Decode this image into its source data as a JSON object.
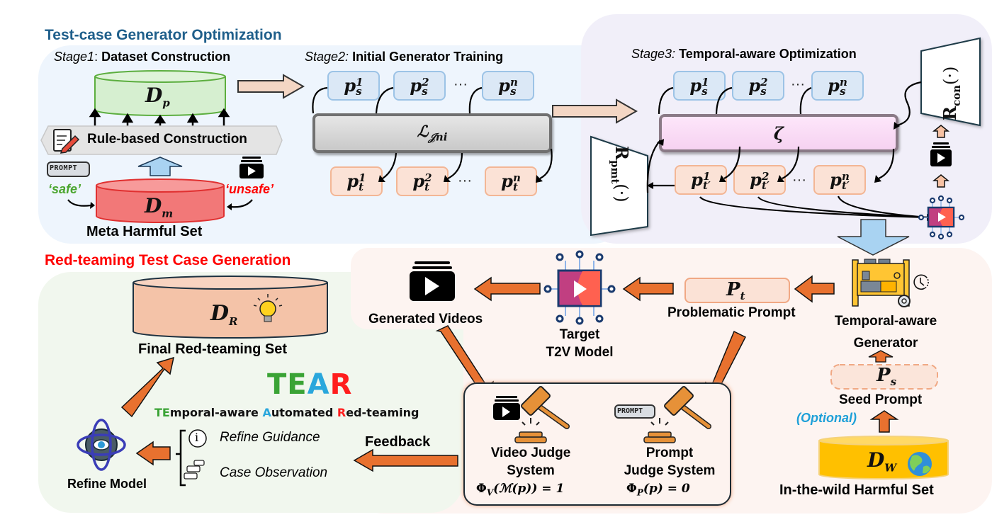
{
  "top_section": {
    "title": "Test-case Generator Optimization",
    "title_color": "#1f5f8b",
    "stage1": {
      "prefix": "Stage1",
      "sep": ": ",
      "name": "Dataset Construction",
      "dp_label": "D",
      "dp_sub": "p",
      "rule_box": "Rule-based Construction",
      "prompt_icon_text": "PROMPT",
      "safe_label": "‘safe’",
      "unsafe_label": "‘unsafe’",
      "dm_label": "D",
      "dm_sub": "m",
      "meta_set_label": "Meta Harmful Set"
    },
    "stage2": {
      "prefix": "Stage2:",
      "name": " Initial Generator Training",
      "source_prompts": [
        {
          "base": "p",
          "sup": "1",
          "sub": "s"
        },
        {
          "base": "p",
          "sup": "2",
          "sub": "s"
        },
        {
          "base": "p",
          "sup": "n",
          "sub": "s"
        }
      ],
      "loss_label": "ℒ",
      "loss_sub": "𝒥ni",
      "target_prompts": [
        {
          "base": "p",
          "sup": "1",
          "sub": "t"
        },
        {
          "base": "p",
          "sup": "2",
          "sub": "t"
        },
        {
          "base": "p",
          "sup": "n",
          "sub": "t"
        }
      ],
      "ellipsis": "···"
    },
    "stage3": {
      "prefix": "Stage3:",
      "name": " Temporal-aware Optimization",
      "source_prompts": [
        {
          "base": "p",
          "sup": "1",
          "sub": "s"
        },
        {
          "base": "p",
          "sup": "2",
          "sub": "s"
        },
        {
          "base": "p",
          "sup": "n",
          "sub": "s"
        }
      ],
      "model_label": "ζ",
      "target_prompts": [
        {
          "base": "p",
          "sup": "1",
          "sub": "t′"
        },
        {
          "base": "p",
          "sup": "2",
          "sub": "t′"
        },
        {
          "base": "p",
          "sup": "n",
          "sub": "t′"
        }
      ],
      "reward_pmt": "R",
      "reward_pmt_sub": "pmt",
      "reward_pmt_arg": "(·)",
      "reward_con": "R",
      "reward_con_sub": "con",
      "reward_con_arg": "(·)",
      "ellipsis": "···"
    }
  },
  "bottom_section": {
    "title": "Red-teaming Test Case Generation",
    "title_color": "#ff0000",
    "final_set": {
      "label": "D",
      "sub": "R",
      "caption": "Final Red-teaming Set"
    },
    "tear_logo": {
      "letters": [
        "T",
        "E",
        "A",
        "R"
      ],
      "colors": [
        "#3aa335",
        "#3aa335",
        "#2aa7dc",
        "#ff1d1d"
      ]
    },
    "tear_expansion": {
      "parts": [
        {
          "text": "TE",
          "color": "#3aa335"
        },
        {
          "text": "mporal-aware ",
          "color": "#111111"
        },
        {
          "text": "A",
          "color": "#2aa7dc"
        },
        {
          "text": "utomated ",
          "color": "#111111"
        },
        {
          "text": "R",
          "color": "#ff1d1d"
        },
        {
          "text": "ed-teaming",
          "color": "#111111"
        }
      ]
    },
    "refine_model_label": "Refine Model",
    "refine_guidance": "Refine Guidance",
    "case_observation": "Case Observation",
    "feedback_label": "Feedback",
    "generated_videos_label": "Generated Videos",
    "target_model_label_line1": "Target",
    "target_model_label_line2": "T2V Model",
    "problematic_prompt": {
      "label": "P",
      "sub": "t",
      "caption": "Problematic Prompt"
    },
    "generator_label_line1": "Temporal-aware",
    "generator_label_line2": "Generator",
    "seed_prompt": {
      "label": "P",
      "sub": "s",
      "caption": "Seed Prompt"
    },
    "optional_label": "(Optional)",
    "optional_color": "#1ea0d8",
    "wild_set": {
      "label": "D",
      "sub": "W",
      "caption": "In-the-wild Harmful Set"
    },
    "video_judge": {
      "line1": "Video Judge",
      "line2": "System",
      "formula": "Φ",
      "formula_sub": "V",
      "formula_rest": "(ℳ(p)) = 1"
    },
    "prompt_judge": {
      "line1": "Prompt",
      "line2": "Judge System",
      "prompt_icon_text": "PROMPT",
      "formula": "Φ",
      "formula_sub": "P",
      "formula_rest": "(p) = 0"
    }
  },
  "colors": {
    "top_panel_bg": "#eef5fd",
    "stage3_panel_bg": "#f2f0fa",
    "bottom_left_bg": "#f1f7ee",
    "bottom_right_bg": "#fdf4f1",
    "orange_arrow": "#e8712f",
    "blue_arrow": "#a9d3f2",
    "dp_fill": "#d6efd0",
    "dm_fill": "#f27878",
    "dr_fill": "#f4c3a8",
    "dw_fill": "#ffc000",
    "zeta_fill": "#fadcf6",
    "loss_fill": "#d9d9d9"
  }
}
